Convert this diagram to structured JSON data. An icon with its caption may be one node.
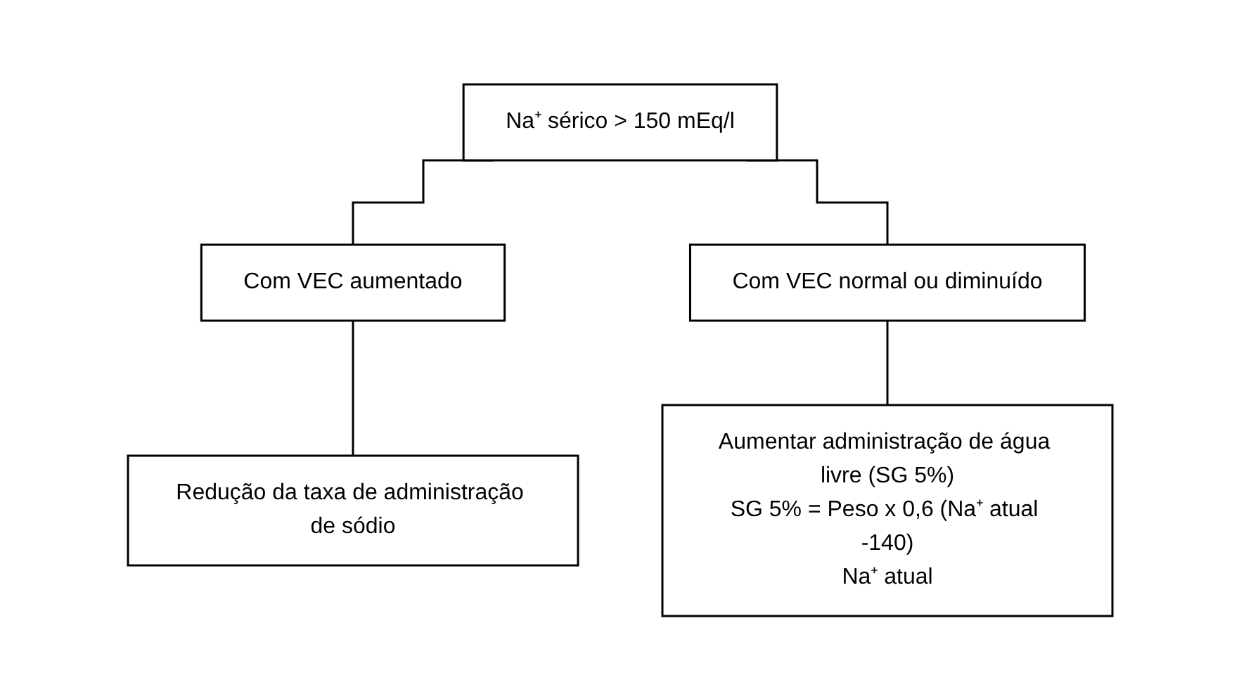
{
  "diagram": {
    "nodes": [
      {
        "text": [
          "Na⁺ sérico > 150 mEq/l"
        ]
      },
      {
        "text": [
          "Com VEC aumentado"
        ]
      },
      {
        "text": [
          "Com VEC normal ou diminuído"
        ]
      },
      {
        "text": [
          "Redução da taxa de administração de sódio"
        ]
      },
      {
        "text": [
          "Aumentar administração de água livre (SG 5%)",
          "SG 5% = Peso x 0,6 (Na⁺ atual -140)",
          "Na⁺ atual"
        ]
      }
    ],
    "edges": [
      {
        "from": 0,
        "to": 1,
        "arrow": "none"
      },
      {
        "from": 0,
        "to": 2,
        "arrow": "none"
      },
      {
        "from": 1,
        "to": 3,
        "arrow": "none"
      },
      {
        "from": 2,
        "to": 4,
        "arrow": "none"
      }
    ]
  }
}
